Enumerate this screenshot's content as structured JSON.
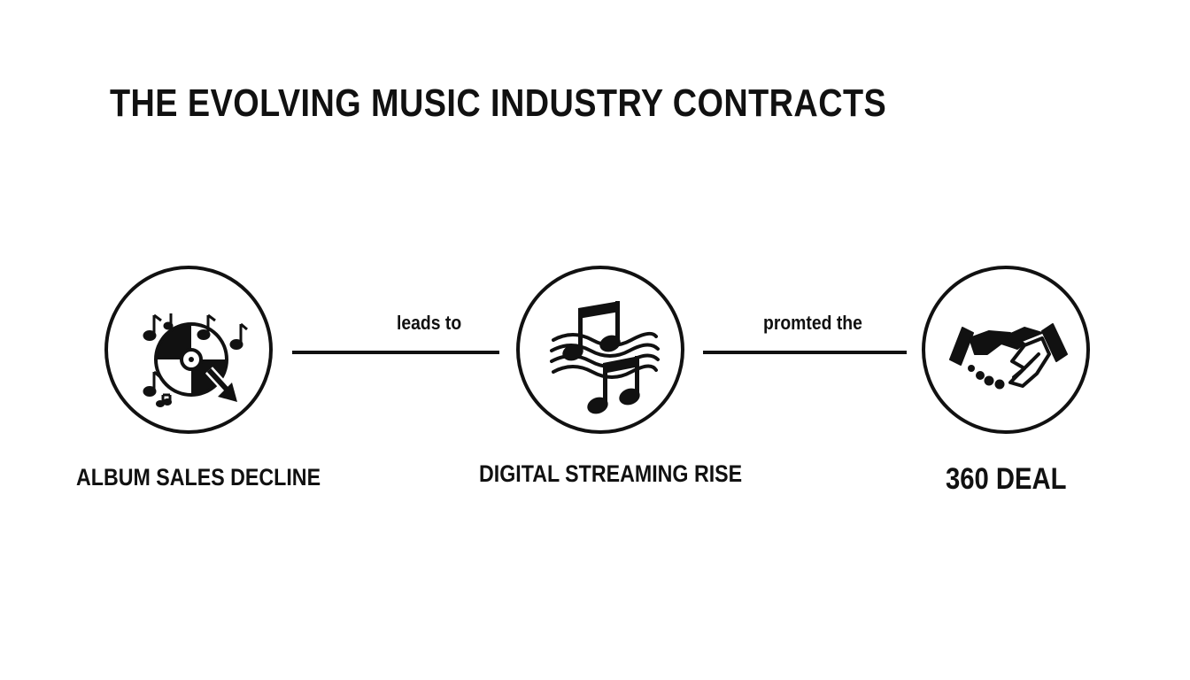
{
  "title": "THE EVOLVING MUSIC INDUSTRY CONTRACTS",
  "nodes": [
    {
      "label": "ALBUM SALES DECLINE",
      "icon": "vinyl-record-decline-icon"
    },
    {
      "label": "DIGITAL STREAMING RISE",
      "icon": "music-notes-waves-icon"
    },
    {
      "label": "360 DEAL",
      "icon": "handshake-icon"
    }
  ],
  "edges": [
    {
      "label": "leads to"
    },
    {
      "label": "promted the"
    }
  ],
  "colors": {
    "ink": "#111111",
    "background": "#ffffff"
  }
}
